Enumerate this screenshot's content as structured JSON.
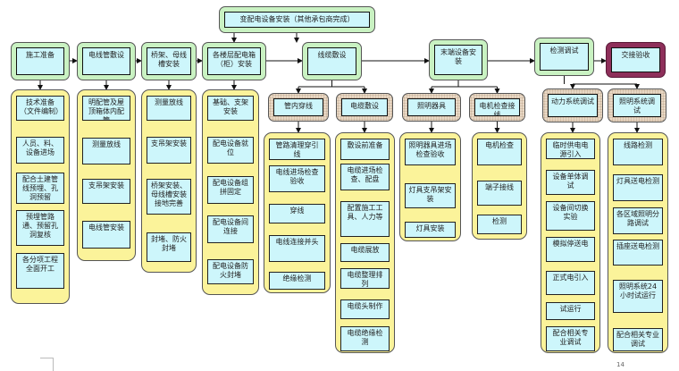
{
  "top": "变配电设备安装（其他承包商完成）",
  "stages": [
    "施工准备",
    "电线管敷设",
    "桥架、母线槽安装",
    "各楼层配电箱（柜）安装",
    "线缆敷设",
    "末端设备安装",
    "检测调试",
    "交接验收"
  ],
  "substages": [
    "管内穿线",
    "电缆敷设",
    "照明器具",
    "电机检查接线",
    "动力系统调试",
    "照明系统调试"
  ],
  "columns": [
    {
      "steps": [
        "技术准备（文件编制）",
        "人员、料、设备进场",
        "配合土建管线预埋、孔洞预留",
        "预埋管路通、预留孔洞复核",
        "各分项工程全面开工"
      ]
    },
    {
      "steps": [
        "明配管及屋顶箱体内配管",
        "测量放线",
        "支吊架安装",
        "电线管安装"
      ]
    },
    {
      "steps": [
        "测量放线",
        "支吊架安装",
        "桥架安装、母线槽安装接地完善",
        "封堵、防火封堵"
      ]
    },
    {
      "steps": [
        "基础、支架安装",
        "配电设备就位",
        "配电设备组拼固定",
        "配电设备间连接",
        "配电设备防火封堵"
      ]
    },
    {
      "steps": [
        "管路清理穿引线",
        "电线进场检查验收",
        "穿线",
        "电线连接并头",
        "绝缘检测"
      ]
    },
    {
      "steps": [
        "敷设前准备",
        "电缆进场检查、配盘",
        "配置施工工具、人力等",
        "电缆展放",
        "电缆整理排列",
        "电缆头制作",
        "电缆绝缘检测"
      ]
    },
    {
      "steps": [
        "照明器具进场检查验收",
        "灯具支吊架安装",
        "灯具安装"
      ]
    },
    {
      "steps": [
        "电机检查",
        "端子接线",
        "检测"
      ]
    },
    {
      "steps": [
        "临时供电电源引入",
        "设备单体调试",
        "设备间切换实验",
        "模拟停送电",
        "正式电引入",
        "试运行",
        "配合相关专业调试"
      ]
    },
    {
      "steps": [
        "线路检测",
        "灯具送电检测",
        "各区域照明分路调试",
        "插座送电检测",
        "照明系统24小时试运行",
        "配合相关专业调试"
      ]
    }
  ],
  "page_number": "14"
}
